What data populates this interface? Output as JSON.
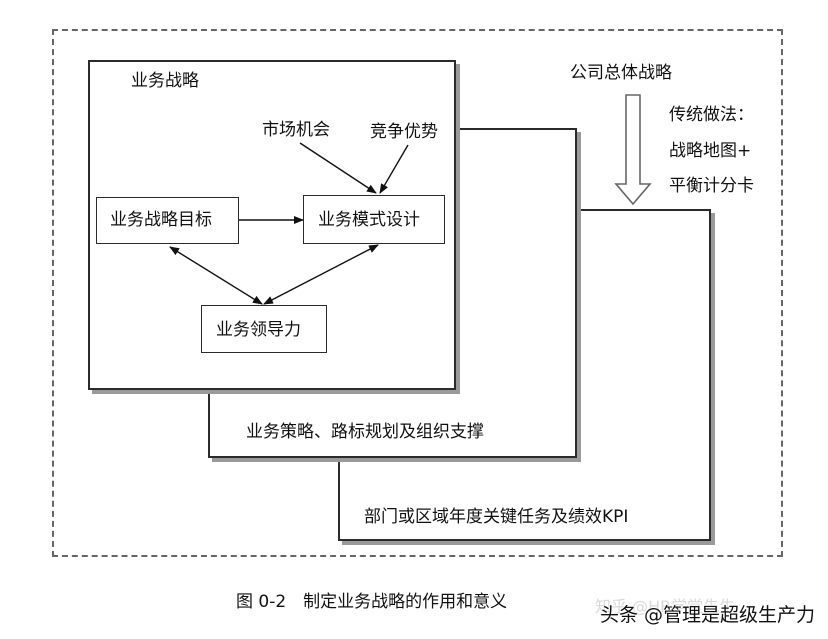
{
  "diagram": {
    "top_label": "公司总体战略",
    "traditional_method": [
      "传统做法：",
      "战略地图+",
      "平衡计分卡"
    ],
    "business_strategy": "业务战略",
    "market_opportunity": "市场机会",
    "competitive_advantage": "竞争优势",
    "strategy_goal": "业务战略目标",
    "business_model": "业务模式设计",
    "leadership": "业务领导力",
    "strategy_support": "业务策略、路标规划及组织支撑",
    "kpi": "部门或区域年度关键任务及绩效KPI"
  },
  "caption": "图 0-2　制定业务战略的作用和意义",
  "watermark": {
    "ghost": "知乎 @HR学堂先生",
    "text": "头条 @管理是超级生产力"
  }
}
